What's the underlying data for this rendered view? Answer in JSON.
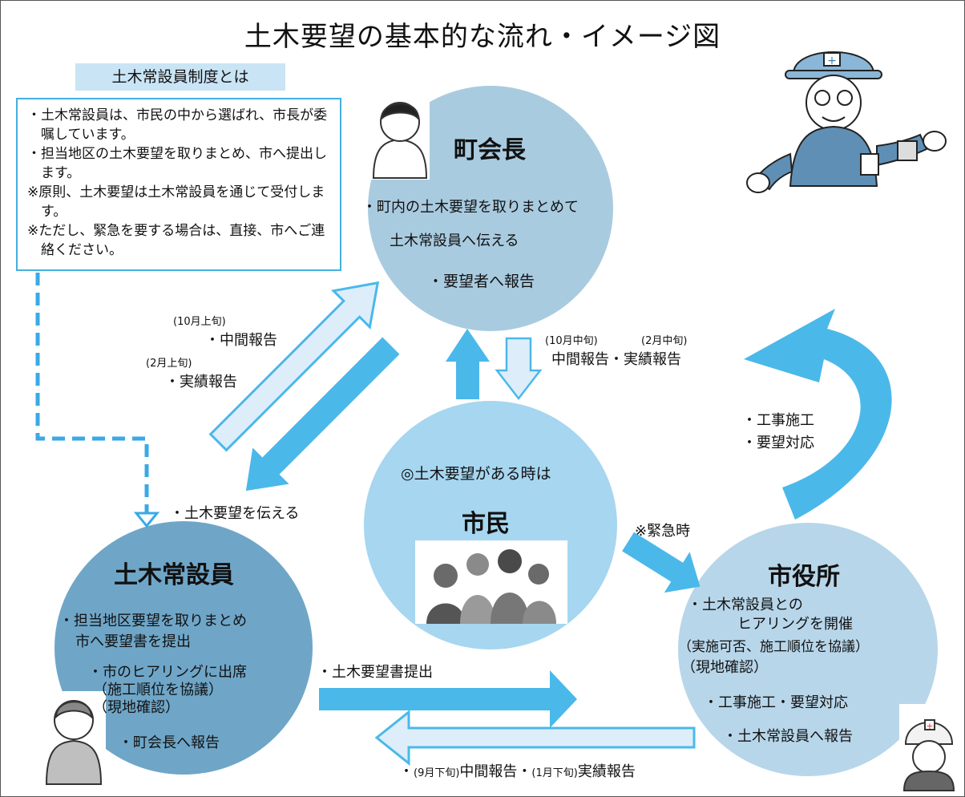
{
  "title": "土木要望の基本的な流れ・イメージ図",
  "definition": {
    "banner": "土木常設員制度とは",
    "lines": [
      "・土木常設員は、市民の中から選ばれ、市長が委嘱しています。",
      "・担当地区の土木要望を取りまとめ、市へ提出します。",
      "※原則、土木要望は土木常設員を通じて受付します。",
      "※ただし、緊急を要する場合は、直接、市へご連絡ください。"
    ]
  },
  "chokaicho": {
    "heading": "町会長",
    "line1": "・町内の土木要望を取りまとめて",
    "line2": "土木常設員へ伝える",
    "line3": "・要望者へ報告"
  },
  "shimin": {
    "intro": "◎土木要望がある時は",
    "heading": "市民"
  },
  "joseiin": {
    "heading": "土木常設員",
    "line1": "・担当地区要望を取りまとめ",
    "line2": "市へ要望書を提出",
    "line3": "・市のヒアリングに出席",
    "line4": "（施工順位を協議）",
    "line5": "（現地確認）",
    "line6": "・町会長へ報告"
  },
  "shiyakusho": {
    "heading": "市役所",
    "line1": "・土木常設員との",
    "line2": "ヒアリングを開催",
    "line3": "（実施可否、施工順位を協議）",
    "line4": "（現地確認）",
    "line5": "・工事施工・要望対応",
    "line6": "・土木常設員へ報告"
  },
  "labels": {
    "oct_early": "(10月上旬)",
    "interim_report": "・中間報告",
    "feb_early": "(2月上旬)",
    "results_report": "・実績報告",
    "convey_request": "・土木要望を伝える",
    "oct_mid": "(10月中旬)",
    "feb_mid": "(2月中旬)",
    "mid_reports": "中間報告・実績報告",
    "construction": "・工事施工",
    "response": "・要望対応",
    "emergency": "※緊急時",
    "submit_request": "・土木要望書提出",
    "bottom_report_a": "・",
    "sep_late": "(9月下旬)",
    "bottom_interim": "中間報告・",
    "jan_late": "(1月下旬)",
    "bottom_results": "実績報告"
  },
  "colors": {
    "chokaicho_circle": "#a9cbe0",
    "shimin_circle": "#a6d6f0",
    "joseiin_circle": "#6fa6c8",
    "shiyakusho_circle": "#b8d6ea",
    "arrow_blue": "#4bb8ea",
    "arrow_light": "#ddeefa",
    "def_border": "#45b0e0",
    "banner_bg": "#c9e4f4"
  }
}
